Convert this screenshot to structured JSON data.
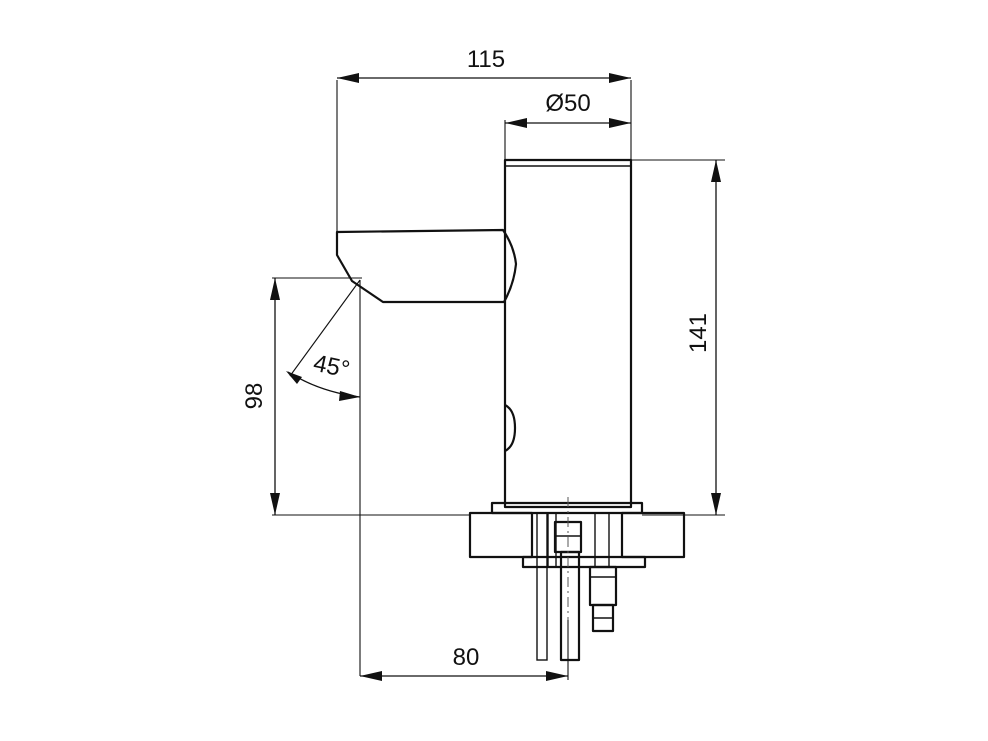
{
  "diagram": {
    "dimensions": {
      "overall_width": "115",
      "body_diameter": "Ø50",
      "body_height": "141",
      "spout_height": "98",
      "spout_reach": "80",
      "spout_angle": "45°"
    }
  }
}
